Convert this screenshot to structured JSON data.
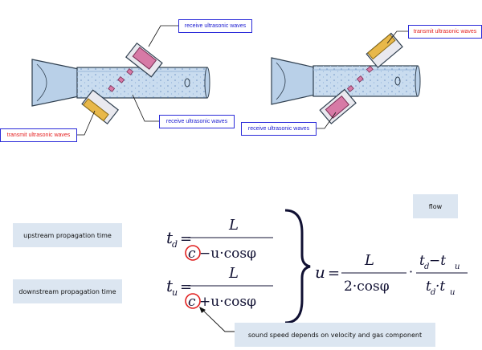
{
  "callouts": {
    "receive_top": "receive ultrasonic waves",
    "transmit_left": "transmit ultrasonic waves",
    "receive_mid": "receive ultrasonic waves",
    "transmit_right": "transmit ultrasonic waves",
    "receive_right": "receive ultrasonic waves"
  },
  "labels": {
    "flow": "flow",
    "upstream": "upstream propagation time",
    "downstream": "downstream propagation time",
    "sound_speed_note": "sound speed depends on velocity and gas component"
  },
  "equations": {
    "td_lhs": "t",
    "td_sub": "d",
    "tu_lhs": "t",
    "tu_sub": "u",
    "numerator": "L",
    "td_den_c": "c",
    "td_den_rest": "−u·cosφ",
    "tu_den_c": "c",
    "tu_den_rest": "+u·cosφ",
    "u_lhs": "u",
    "u_den": "2·cosφ",
    "u_num2_td": "t",
    "u_num2_d": "d",
    "u_num2_minus": " −t",
    "u_num2_u": "u",
    "u_den2": "t",
    "u_den2_d": "d",
    "u_den2_dot": "·t",
    "u_den2_u": "u",
    "eq": "=",
    "dot": "·"
  },
  "colors": {
    "pipe_water": "#c9dcef",
    "pipe_edge": "#2f3f4f",
    "transducer_pink": "#d77aa6",
    "transducer_yellow": "#e8b84a",
    "callout_border": "#2b2bd9",
    "callout_blue_text": "#1a1ad0",
    "callout_red_text": "#e52222",
    "panel_bg": "#dce6f1",
    "highlight_circle": "#e02020"
  }
}
